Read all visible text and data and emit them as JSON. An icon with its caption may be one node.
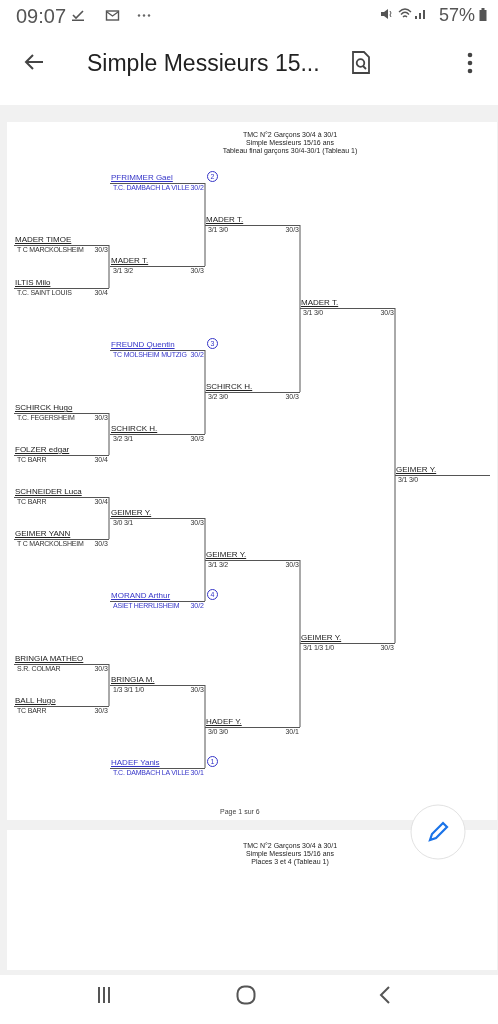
{
  "diagram": {
    "nodes": [
      {
        "text": [
          "MADER TIMOE",
          "T C MARCKOLSHEIM",
          "30/3"
        ]
      },
      {
        "text": [
          "ILTIS Milo",
          "T.C. SAINT LOUIS",
          "30/4"
        ]
      },
      {
        "text": [
          "SCHIRCK Hugo",
          "T.C. FEGERSHEIM",
          "30/3"
        ]
      },
      {
        "text": [
          "FOLZER edgar",
          "TC BARR",
          "30/4"
        ]
      },
      {
        "text": [
          "SCHNEIDER Luca",
          "TC BARR",
          "30/4"
        ]
      },
      {
        "text": [
          "GEIMER YANN",
          "T C MARCKOLSHEIM",
          "30/3"
        ]
      },
      {
        "text": [
          "BRINGIA MATHEO",
          "S.R. COLMAR",
          "30/3"
        ]
      },
      {
        "text": [
          "BALL Hugo",
          "TC BARR",
          "30/3"
        ]
      },
      {
        "text": [
          "PFRIMMER Gael",
          "T.C. DAMBACH LA VILLE",
          "30/2"
        ],
        "beside": [
          "2"
        ]
      },
      {
        "text": [
          "MADER T.",
          "3/1 3/2",
          "30/3"
        ]
      },
      {
        "text": [
          "FREUND Quentin",
          "TC MOLSHEIM MUTZIG",
          "30/2"
        ],
        "beside": [
          "3"
        ]
      },
      {
        "text": [
          "SCHIRCK H.",
          "3/2 3/1",
          "30/3"
        ]
      },
      {
        "text": [
          "GEIMER Y.",
          "3/0 3/1",
          "30/3"
        ]
      },
      {
        "text": [
          "MORAND Arthur",
          "ASIET HERRLISHEIM",
          "30/2"
        ],
        "beside": [
          "4"
        ]
      },
      {
        "text": [
          "BRINGIA M.",
          "1/3 3/1 1/0",
          "30/3"
        ]
      },
      {
        "text": [
          "HADEF Yanis",
          "T.C. DAMBACH LA VILLE",
          "30/1"
        ],
        "beside": [
          "1"
        ]
      },
      {
        "text": [
          "MADER T.",
          "3/1 3/0",
          "30/3"
        ]
      },
      {
        "text": [
          "SCHIRCK H.",
          "3/2 3/0",
          "30/3"
        ]
      },
      {
        "text": [
          "GEIMER Y.",
          "3/1 3/2",
          "30/3"
        ]
      },
      {
        "text": [
          "HADEF Y.",
          "3/0 3/0",
          "30/1"
        ]
      },
      {
        "text": [
          "MADER T.",
          "3/1 3/0",
          "30/3"
        ]
      },
      {
        "text": [
          "GEIMER Y.",
          "3/1 1/3 1/0",
          "30/3"
        ]
      },
      {
        "text": [
          "GEIMER Y.",
          "3/1 3/0"
        ]
      }
    ],
    "edges": [
      {
        "from": 0,
        "to": 9,
        "arrow": "none"
      },
      {
        "from": 1,
        "to": 9,
        "arrow": "none"
      },
      {
        "from": 2,
        "to": 11,
        "arrow": "none"
      },
      {
        "from": 3,
        "to": 11,
        "arrow": "none"
      },
      {
        "from": 4,
        "to": 12,
        "arrow": "none"
      },
      {
        "from": 5,
        "to": 12,
        "arrow": "none"
      },
      {
        "from": 6,
        "to": 14,
        "arrow": "none"
      },
      {
        "from": 7,
        "to": 14,
        "arrow": "none"
      },
      {
        "from": 8,
        "to": 16,
        "arrow": "none"
      },
      {
        "from": 9,
        "to": 16,
        "arrow": "none"
      },
      {
        "from": 10,
        "to": 17,
        "arrow": "none"
      },
      {
        "from": 11,
        "to": 17,
        "arrow": "none"
      },
      {
        "from": 12,
        "to": 18,
        "arrow": "none"
      },
      {
        "from": 13,
        "to": 18,
        "arrow": "none"
      },
      {
        "from": 14,
        "to": 19,
        "arrow": "none"
      },
      {
        "from": 15,
        "to": 19,
        "arrow": "none"
      },
      {
        "from": 16,
        "to": 20,
        "arrow": "none"
      },
      {
        "from": 17,
        "to": 20,
        "arrow": "none"
      },
      {
        "from": 18,
        "to": 21,
        "arrow": "none"
      },
      {
        "from": 19,
        "to": 21,
        "arrow": "none"
      },
      {
        "from": 20,
        "to": 22,
        "arrow": "none"
      },
      {
        "from": 21,
        "to": 22,
        "arrow": "none"
      }
    ],
    "labels": [
      "09:07",
      "57%",
      "Simple Messieurs 15...",
      "TMC N°2 Garçons 30/4 à 30/1",
      "Simple Messieurs 15/16 ans",
      "Tableau final garçons 30/4-30/1 (Tableau 1)",
      "Page 1 sur 6",
      "TMC N°2 Garçons 30/4 à 30/1",
      "Simple Messieurs 15/16 ans",
      "Places 3 et 4 (Tableau 1)"
    ]
  }
}
